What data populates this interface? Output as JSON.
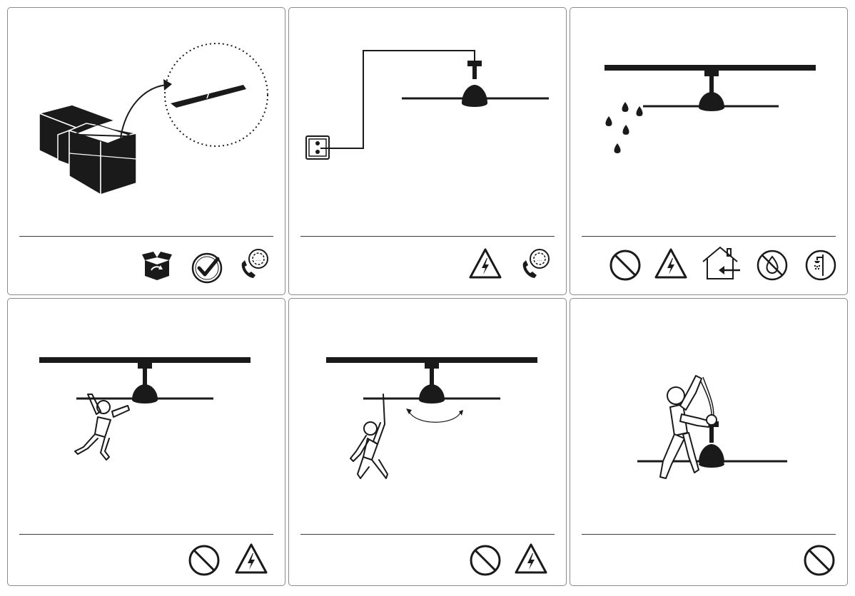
{
  "document": {
    "type": "ceiling fan safety instruction pictograms",
    "panels": [
      {
        "id": "unpack",
        "icons": [
          "unpacking-box-icon",
          "check-icon",
          "phone-support-icon"
        ]
      },
      {
        "id": "power-outlet",
        "icons": [
          "electric-hazard-icon",
          "phone-support-icon"
        ]
      },
      {
        "id": "moisture",
        "icons": [
          "prohibited-icon",
          "electric-hazard-icon",
          "indoor-use-icon",
          "no-water-icon",
          "no-shower-icon"
        ]
      },
      {
        "id": "no-hanging",
        "icons": [
          "prohibited-icon",
          "electric-hazard-icon"
        ]
      },
      {
        "id": "no-pulling-blades",
        "icons": [
          "prohibited-icon",
          "electric-hazard-icon"
        ]
      },
      {
        "id": "no-lifting-by-wires",
        "icons": [
          "prohibited-icon"
        ]
      }
    ]
  },
  "colors": {
    "ink": "#1a1a1a",
    "border": "#8a8a8a",
    "background": "#ffffff"
  }
}
